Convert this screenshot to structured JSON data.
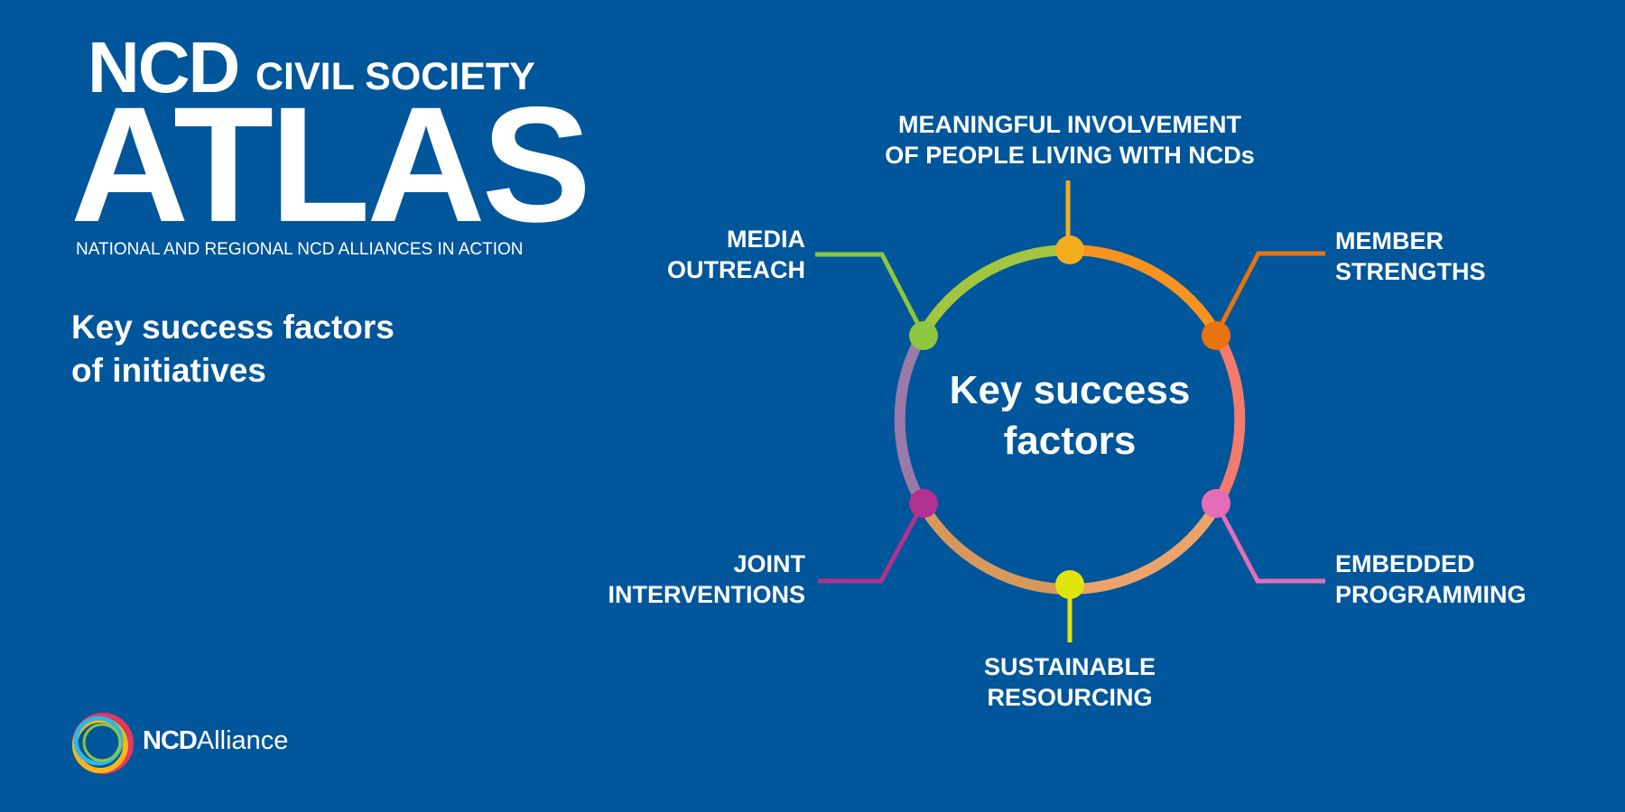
{
  "header": {
    "ncd": "NCD",
    "civil_society": "CIVIL SOCIETY",
    "atlas": "ATLAS",
    "tagline": "NATIONAL AND REGIONAL NCD ALLIANCES IN ACTION"
  },
  "subtitle": {
    "line1": "Key success factors",
    "line2": "of initiatives"
  },
  "diagram": {
    "center_line1": "Key success",
    "center_line2": "factors",
    "factors": [
      {
        "id": "meaningful",
        "line1": "MEANINGFUL INVOLVEMENT",
        "line2": "OF PEOPLE LIVING WITH NCDs",
        "color": "#f2ae1c"
      },
      {
        "id": "member",
        "line1": "MEMBER",
        "line2": "STRENGTHS",
        "color": "#e8730f"
      },
      {
        "id": "embedded",
        "line1": "EMBEDDED",
        "line2": "PROGRAMMING",
        "color": "#e56db8"
      },
      {
        "id": "sustainable",
        "line1": "SUSTAINABLE",
        "line2": "RESOURCING",
        "color": "#e2e40e"
      },
      {
        "id": "joint",
        "line1": "JOINT",
        "line2": "INTERVENTIONS",
        "color": "#b0318e"
      },
      {
        "id": "media",
        "line1": "MEDIA",
        "line2": "OUTREACH",
        "color": "#8dc63f"
      }
    ]
  },
  "logo": {
    "bold": "NCD",
    "regular": "Alliance"
  }
}
